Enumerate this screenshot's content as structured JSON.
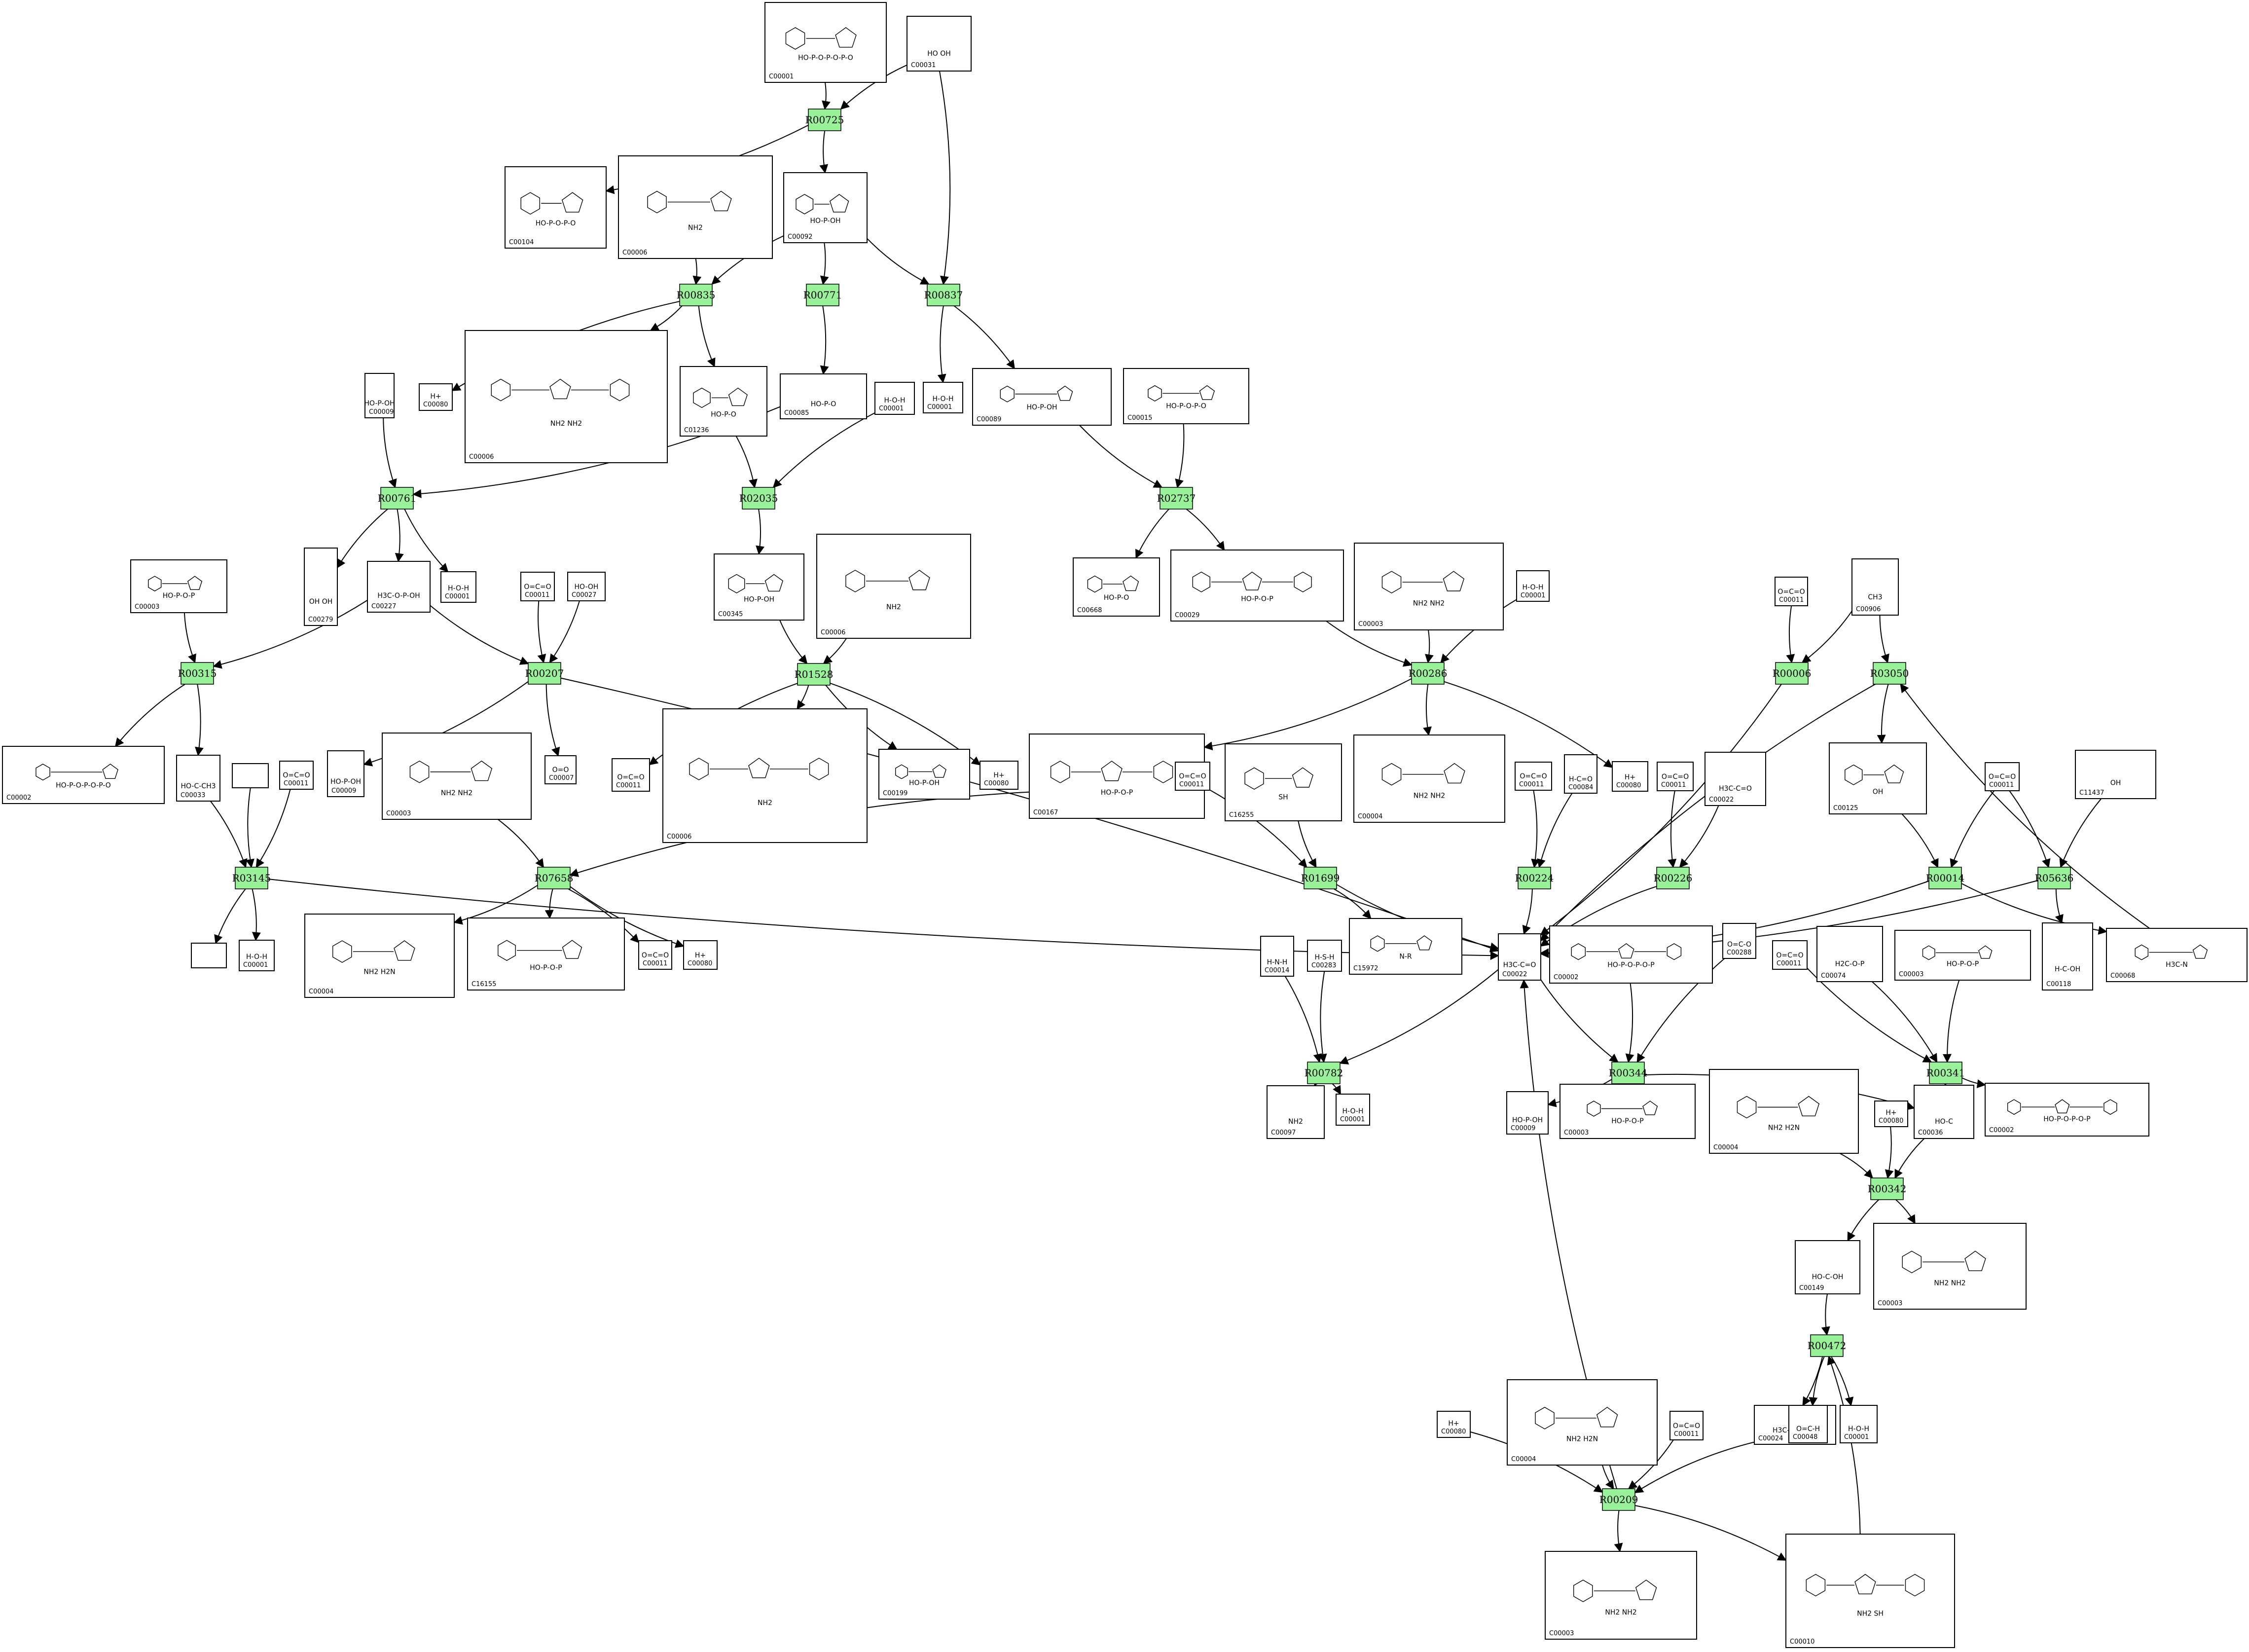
{
  "colors": {
    "reaction_fill": "#99f299",
    "reaction_stroke": "#000000",
    "edge": "#000000",
    "box_stroke": "#000000"
  },
  "reactions": [
    {
      "id": "R00725",
      "label": "R00725"
    },
    {
      "id": "R00835",
      "label": "R00835"
    },
    {
      "id": "R00771",
      "label": "R00771"
    },
    {
      "id": "R00837",
      "label": "R00837"
    },
    {
      "id": "R00761",
      "label": "R00761"
    },
    {
      "id": "R02035",
      "label": "R02035"
    },
    {
      "id": "R02737",
      "label": "R02737"
    },
    {
      "id": "R00315",
      "label": "R00315"
    },
    {
      "id": "R00207",
      "label": "R00207"
    },
    {
      "id": "R01528",
      "label": "R01528"
    },
    {
      "id": "R00286",
      "label": "R00286"
    },
    {
      "id": "R00006",
      "label": "R00006"
    },
    {
      "id": "R03050",
      "label": "R03050"
    },
    {
      "id": "R03145",
      "label": "R03145"
    },
    {
      "id": "R07658",
      "label": "R07658"
    },
    {
      "id": "R01699",
      "label": "R01699"
    },
    {
      "id": "R00224",
      "label": "R00224"
    },
    {
      "id": "R00226",
      "label": "R00226"
    },
    {
      "id": "R00014",
      "label": "R00014"
    },
    {
      "id": "R05636",
      "label": "R05636"
    },
    {
      "id": "R00782",
      "label": "R00782"
    },
    {
      "id": "R00344",
      "label": "R00344"
    },
    {
      "id": "R00341",
      "label": "R00341"
    },
    {
      "id": "R00342",
      "label": "R00342"
    },
    {
      "id": "R00472",
      "label": "R00472"
    },
    {
      "id": "R00209",
      "label": "R00209"
    }
  ],
  "compounds": [
    {
      "id": "c1",
      "label": "C00001",
      "mol": "HO-P-O-P-O-P-O"
    },
    {
      "id": "c2",
      "label": "C00031",
      "mol": "HO OH"
    },
    {
      "id": "c3",
      "label": "C00104",
      "mol": "HO-P-O-P-O"
    },
    {
      "id": "c4",
      "label": "C00006",
      "mol": "NH2"
    },
    {
      "id": "c5",
      "label": "C00092",
      "mol": "HO-P-OH"
    },
    {
      "id": "c6",
      "label": "C00009",
      "mol": "HO-P-OH"
    },
    {
      "id": "c7",
      "label": "C00080",
      "mol": "H+"
    },
    {
      "id": "c8",
      "label": "C00006",
      "mol": "NH2 NH2"
    },
    {
      "id": "c9",
      "label": "C01236",
      "mol": "HO-P-O"
    },
    {
      "id": "c10",
      "label": "C00085",
      "mol": "HO-P-O"
    },
    {
      "id": "c11",
      "label": "C00001",
      "mol": "H-O-H"
    },
    {
      "id": "c12",
      "label": "C00001",
      "mol": "H-O-H"
    },
    {
      "id": "c13",
      "label": "C00089",
      "mol": "HO-P-OH"
    },
    {
      "id": "c14",
      "label": "C00015",
      "mol": "HO-P-O-P-O"
    },
    {
      "id": "c15",
      "label": "C00003",
      "mol": "HO-P-O-P"
    },
    {
      "id": "c16",
      "label": "C00279",
      "mol": "OH OH"
    },
    {
      "id": "c17",
      "label": "C00227",
      "mol": "H3C-O-P-OH"
    },
    {
      "id": "c18",
      "label": "C00001",
      "mol": "H-O-H"
    },
    {
      "id": "c19",
      "label": "C00011",
      "mol": "O=C=O"
    },
    {
      "id": "c20",
      "label": "C00027",
      "mol": "HO-OH"
    },
    {
      "id": "c21",
      "label": "C00345",
      "mol": "HO-P-OH"
    },
    {
      "id": "c22",
      "label": "C00006",
      "mol": "NH2"
    },
    {
      "id": "c23",
      "label": "C00668",
      "mol": "HO-P-O"
    },
    {
      "id": "c24",
      "label": "C00029",
      "mol": "HO-P-O-P"
    },
    {
      "id": "c25",
      "label": "C00003",
      "mol": "NH2 NH2"
    },
    {
      "id": "c26",
      "label": "C00001",
      "mol": "H-O-H"
    },
    {
      "id": "c27",
      "label": "C00011",
      "mol": "O=C=O"
    },
    {
      "id": "c28",
      "label": "C00906",
      "mol": "CH3"
    },
    {
      "id": "c29",
      "label": "C00002",
      "mol": "HO-P-O-P-O-P-O"
    },
    {
      "id": "c30",
      "label": "C00033",
      "mol": "HO-C-CH3"
    },
    {
      "id": "c31",
      "label": "",
      "mol": ""
    },
    {
      "id": "c32",
      "label": "C00011",
      "mol": "O=C=O"
    },
    {
      "id": "c33",
      "label": "C00009",
      "mol": "HO-P-OH"
    },
    {
      "id": "c34",
      "label": "C00007",
      "mol": "O=O"
    },
    {
      "id": "c35",
      "label": "C00003",
      "mol": "NH2 NH2"
    },
    {
      "id": "c36",
      "label": "C00011",
      "mol": "O=C=O"
    },
    {
      "id": "c37",
      "label": "C00006",
      "mol": "NH2"
    },
    {
      "id": "c38",
      "label": "C00199",
      "mol": "HO-P-OH"
    },
    {
      "id": "c39",
      "label": "C00080",
      "mol": "H+"
    },
    {
      "id": "c40",
      "label": "C00167",
      "mol": "HO-P-O-P"
    },
    {
      "id": "c41",
      "label": "C00011",
      "mol": "O=C=O"
    },
    {
      "id": "c42",
      "label": "C16255",
      "mol": "SH"
    },
    {
      "id": "c43",
      "label": "C00004",
      "mol": "NH2 NH2"
    },
    {
      "id": "c44",
      "label": "C00080",
      "mol": "H+"
    },
    {
      "id": "c45",
      "label": "C00011",
      "mol": "O=C=O"
    },
    {
      "id": "c46",
      "label": "C00084",
      "mol": "H-C=O"
    },
    {
      "id": "c47",
      "label": "C00011",
      "mol": "O=C=O"
    },
    {
      "id": "c48",
      "label": "C00022",
      "mol": "H3C-C=O"
    },
    {
      "id": "c49",
      "label": "C00125",
      "mol": "OH"
    },
    {
      "id": "c50",
      "label": "C00011",
      "mol": "O=C=O"
    },
    {
      "id": "c51",
      "label": "C11437",
      "mol": "OH"
    },
    {
      "id": "c52",
      "label": "",
      "mol": ""
    },
    {
      "id": "c53",
      "label": "C00001",
      "mol": "H-O-H"
    },
    {
      "id": "c54",
      "label": "C00004",
      "mol": "NH2 H2N"
    },
    {
      "id": "c55",
      "label": "C16155",
      "mol": "HO-P-O-P"
    },
    {
      "id": "c56",
      "label": "C00011",
      "mol": "O=C=O"
    },
    {
      "id": "c57",
      "label": "C00080",
      "mol": "H+"
    },
    {
      "id": "c58",
      "label": "C00014",
      "mol": "H-N-H"
    },
    {
      "id": "c59",
      "label": "C00283",
      "mol": "H-S-H"
    },
    {
      "id": "c60",
      "label": "C15972",
      "mol": "N-R"
    },
    {
      "id": "c61",
      "label": "C00022",
      "mol": "H3C-C=O"
    },
    {
      "id": "c62",
      "label": "C00002",
      "mol": "HO-P-O-P-O-P"
    },
    {
      "id": "c63",
      "label": "C00288",
      "mol": "O=C-O"
    },
    {
      "id": "c64",
      "label": "C00011",
      "mol": "O=C=O"
    },
    {
      "id": "c65",
      "label": "C00074",
      "mol": "H2C-O-P"
    },
    {
      "id": "c66",
      "label": "C00003",
      "mol": "HO-P-O-P"
    },
    {
      "id": "c67",
      "label": "C00118",
      "mol": "H-C-OH"
    },
    {
      "id": "c68",
      "label": "C00068",
      "mol": "H3C-N"
    },
    {
      "id": "c69",
      "label": "C00097",
      "mol": "NH2"
    },
    {
      "id": "c70",
      "label": "C00001",
      "mol": "H-O-H"
    },
    {
      "id": "c71",
      "label": "C00009",
      "mol": "HO-P-OH"
    },
    {
      "id": "c72",
      "label": "C00003",
      "mol": "HO-P-O-P"
    },
    {
      "id": "c73",
      "label": "C00004",
      "mol": "NH2 H2N"
    },
    {
      "id": "c74",
      "label": "C00036",
      "mol": "HO-C"
    },
    {
      "id": "c75",
      "label": "C00002",
      "mol": "HO-P-O-P-O-P"
    },
    {
      "id": "c76",
      "label": "C00080",
      "mol": "H+"
    },
    {
      "id": "c77",
      "label": "C00149",
      "mol": "HO-C-OH"
    },
    {
      "id": "c78",
      "label": "C00003",
      "mol": "NH2 NH2"
    },
    {
      "id": "c79",
      "label": "C00024",
      "mol": "H3C-C-S-CoA"
    },
    {
      "id": "c80",
      "label": "C00048",
      "mol": "O=C-H"
    },
    {
      "id": "c81",
      "label": "C00001",
      "mol": "H-O-H"
    },
    {
      "id": "c82",
      "label": "C00080",
      "mol": "H+"
    },
    {
      "id": "c83",
      "label": "C00004",
      "mol": "NH2 H2N"
    },
    {
      "id": "c84",
      "label": "C00011",
      "mol": "O=C=O"
    },
    {
      "id": "c85",
      "label": "C00003",
      "mol": "NH2 NH2"
    },
    {
      "id": "c86",
      "label": "C00010",
      "mol": "NH2 SH"
    }
  ]
}
